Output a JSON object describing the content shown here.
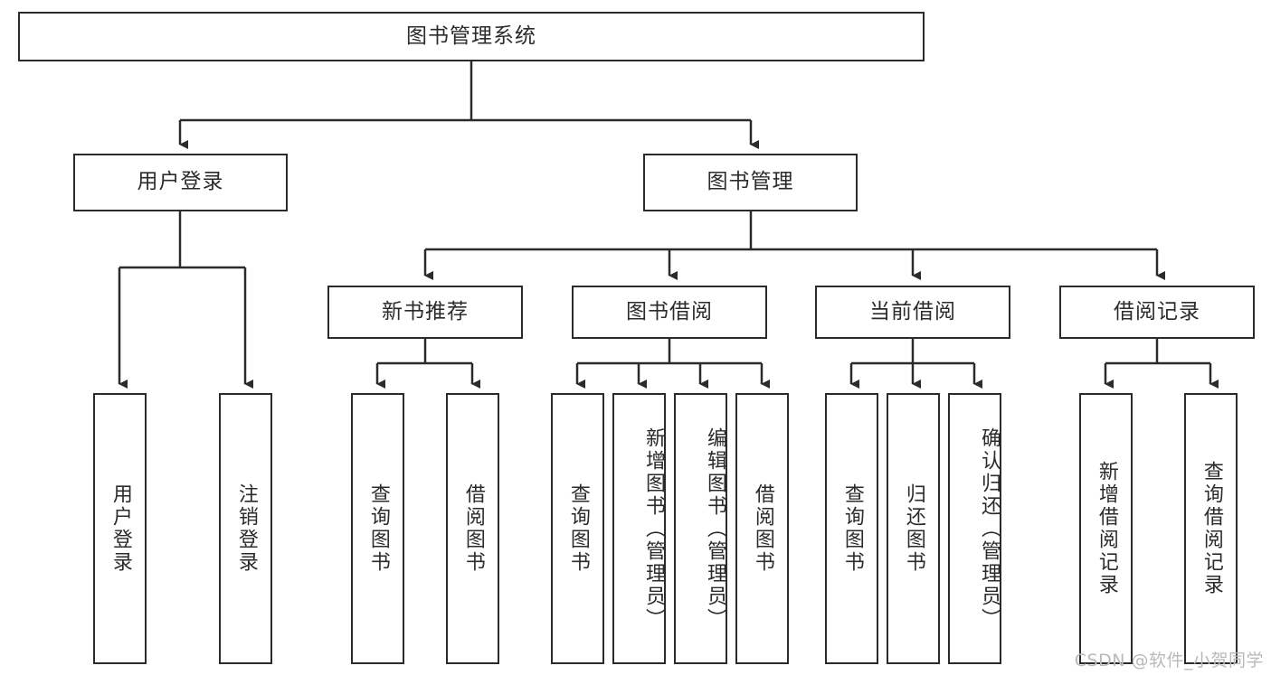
{
  "diagram": {
    "title": "图书管理系统",
    "root": {
      "label": "图书管理系统"
    },
    "level2": [
      {
        "label": "用户登录"
      },
      {
        "label": "图书管理"
      }
    ],
    "level3": [
      {
        "label": "新书推荐"
      },
      {
        "label": "图书借阅"
      },
      {
        "label": "当前借阅"
      },
      {
        "label": "借阅记录"
      }
    ],
    "leaves": {
      "user_login": [
        {
          "label": "用户登录"
        },
        {
          "label": "注销登录"
        }
      ],
      "new_book_recommend": [
        {
          "label": "查询图书"
        },
        {
          "label": "借阅图书"
        }
      ],
      "book_borrow": [
        {
          "label": "查询图书"
        },
        {
          "label": "新增图书（管理员）"
        },
        {
          "label": "编辑图书（管理员）"
        },
        {
          "label": "借阅图书"
        }
      ],
      "current_borrow": [
        {
          "label": "查询图书"
        },
        {
          "label": "归还图书"
        },
        {
          "label": "确认归还（管理员）"
        }
      ],
      "borrow_records": [
        {
          "label": "新增借阅记录"
        },
        {
          "label": "查询借阅记录"
        }
      ]
    }
  },
  "watermark": "CSDN @软件_小贺同学",
  "colors": {
    "line": "#2b2b2b",
    "box_fill": "#ffffff",
    "text": "#2b2b2b",
    "watermark": "#b9b9b9"
  }
}
